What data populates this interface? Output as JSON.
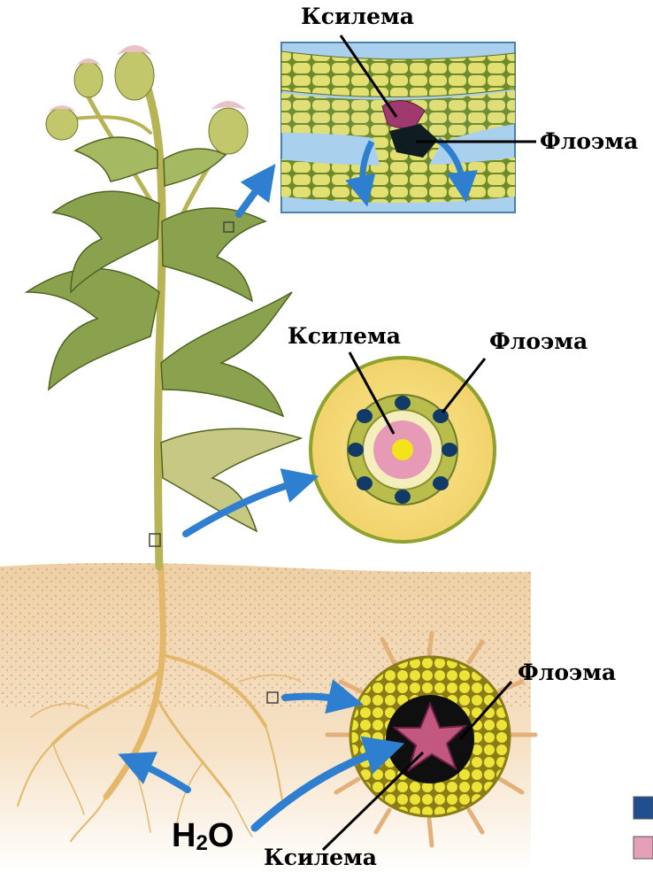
{
  "labels": {
    "leaf_xylem": "Ксилема",
    "leaf_phloem": "Флоэма",
    "stem_xylem": "Ксилема",
    "stem_phloem": "Флоэма",
    "root_phloem": "Флоэма",
    "root_xylem": "Ксилема",
    "water_main": "H",
    "water_sub": "2",
    "water_o": "O"
  },
  "colors": {
    "arrow": "#2f7fd0",
    "soil": "#f0d2a8",
    "leaf_bg": "#a9d0ec",
    "cell_yellow": "#e6e27a",
    "xylem_pink": "#e79ab6",
    "phloem_dark": "#123a66",
    "stem_outer": "#f7dd7a",
    "plant_green": "#8aa24e",
    "legend_blue": "#1f4f8f",
    "legend_pink": "#e3a0b8"
  },
  "icons": {
    "arrow": "arrow-icon",
    "legend_phloem": "legend-phloem-swatch",
    "legend_xylem": "legend-xylem-swatch"
  }
}
